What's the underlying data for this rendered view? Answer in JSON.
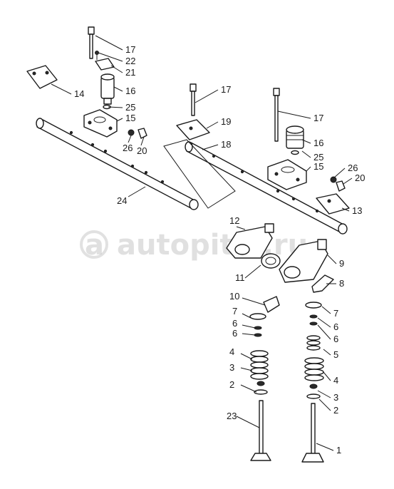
{
  "watermark": {
    "text": "autopiter.ru"
  },
  "callouts": [
    "17",
    "22",
    "21",
    "16",
    "25",
    "15",
    "26",
    "20",
    "14",
    "24",
    "17",
    "19",
    "18",
    "17",
    "16",
    "25",
    "15",
    "26",
    "20",
    "13",
    "12",
    "9",
    "11",
    "8",
    "10",
    "7",
    "6",
    "6",
    "4",
    "3",
    "2",
    "23",
    "7",
    "6",
    "6",
    "5",
    "4",
    "3",
    "2",
    "1"
  ]
}
